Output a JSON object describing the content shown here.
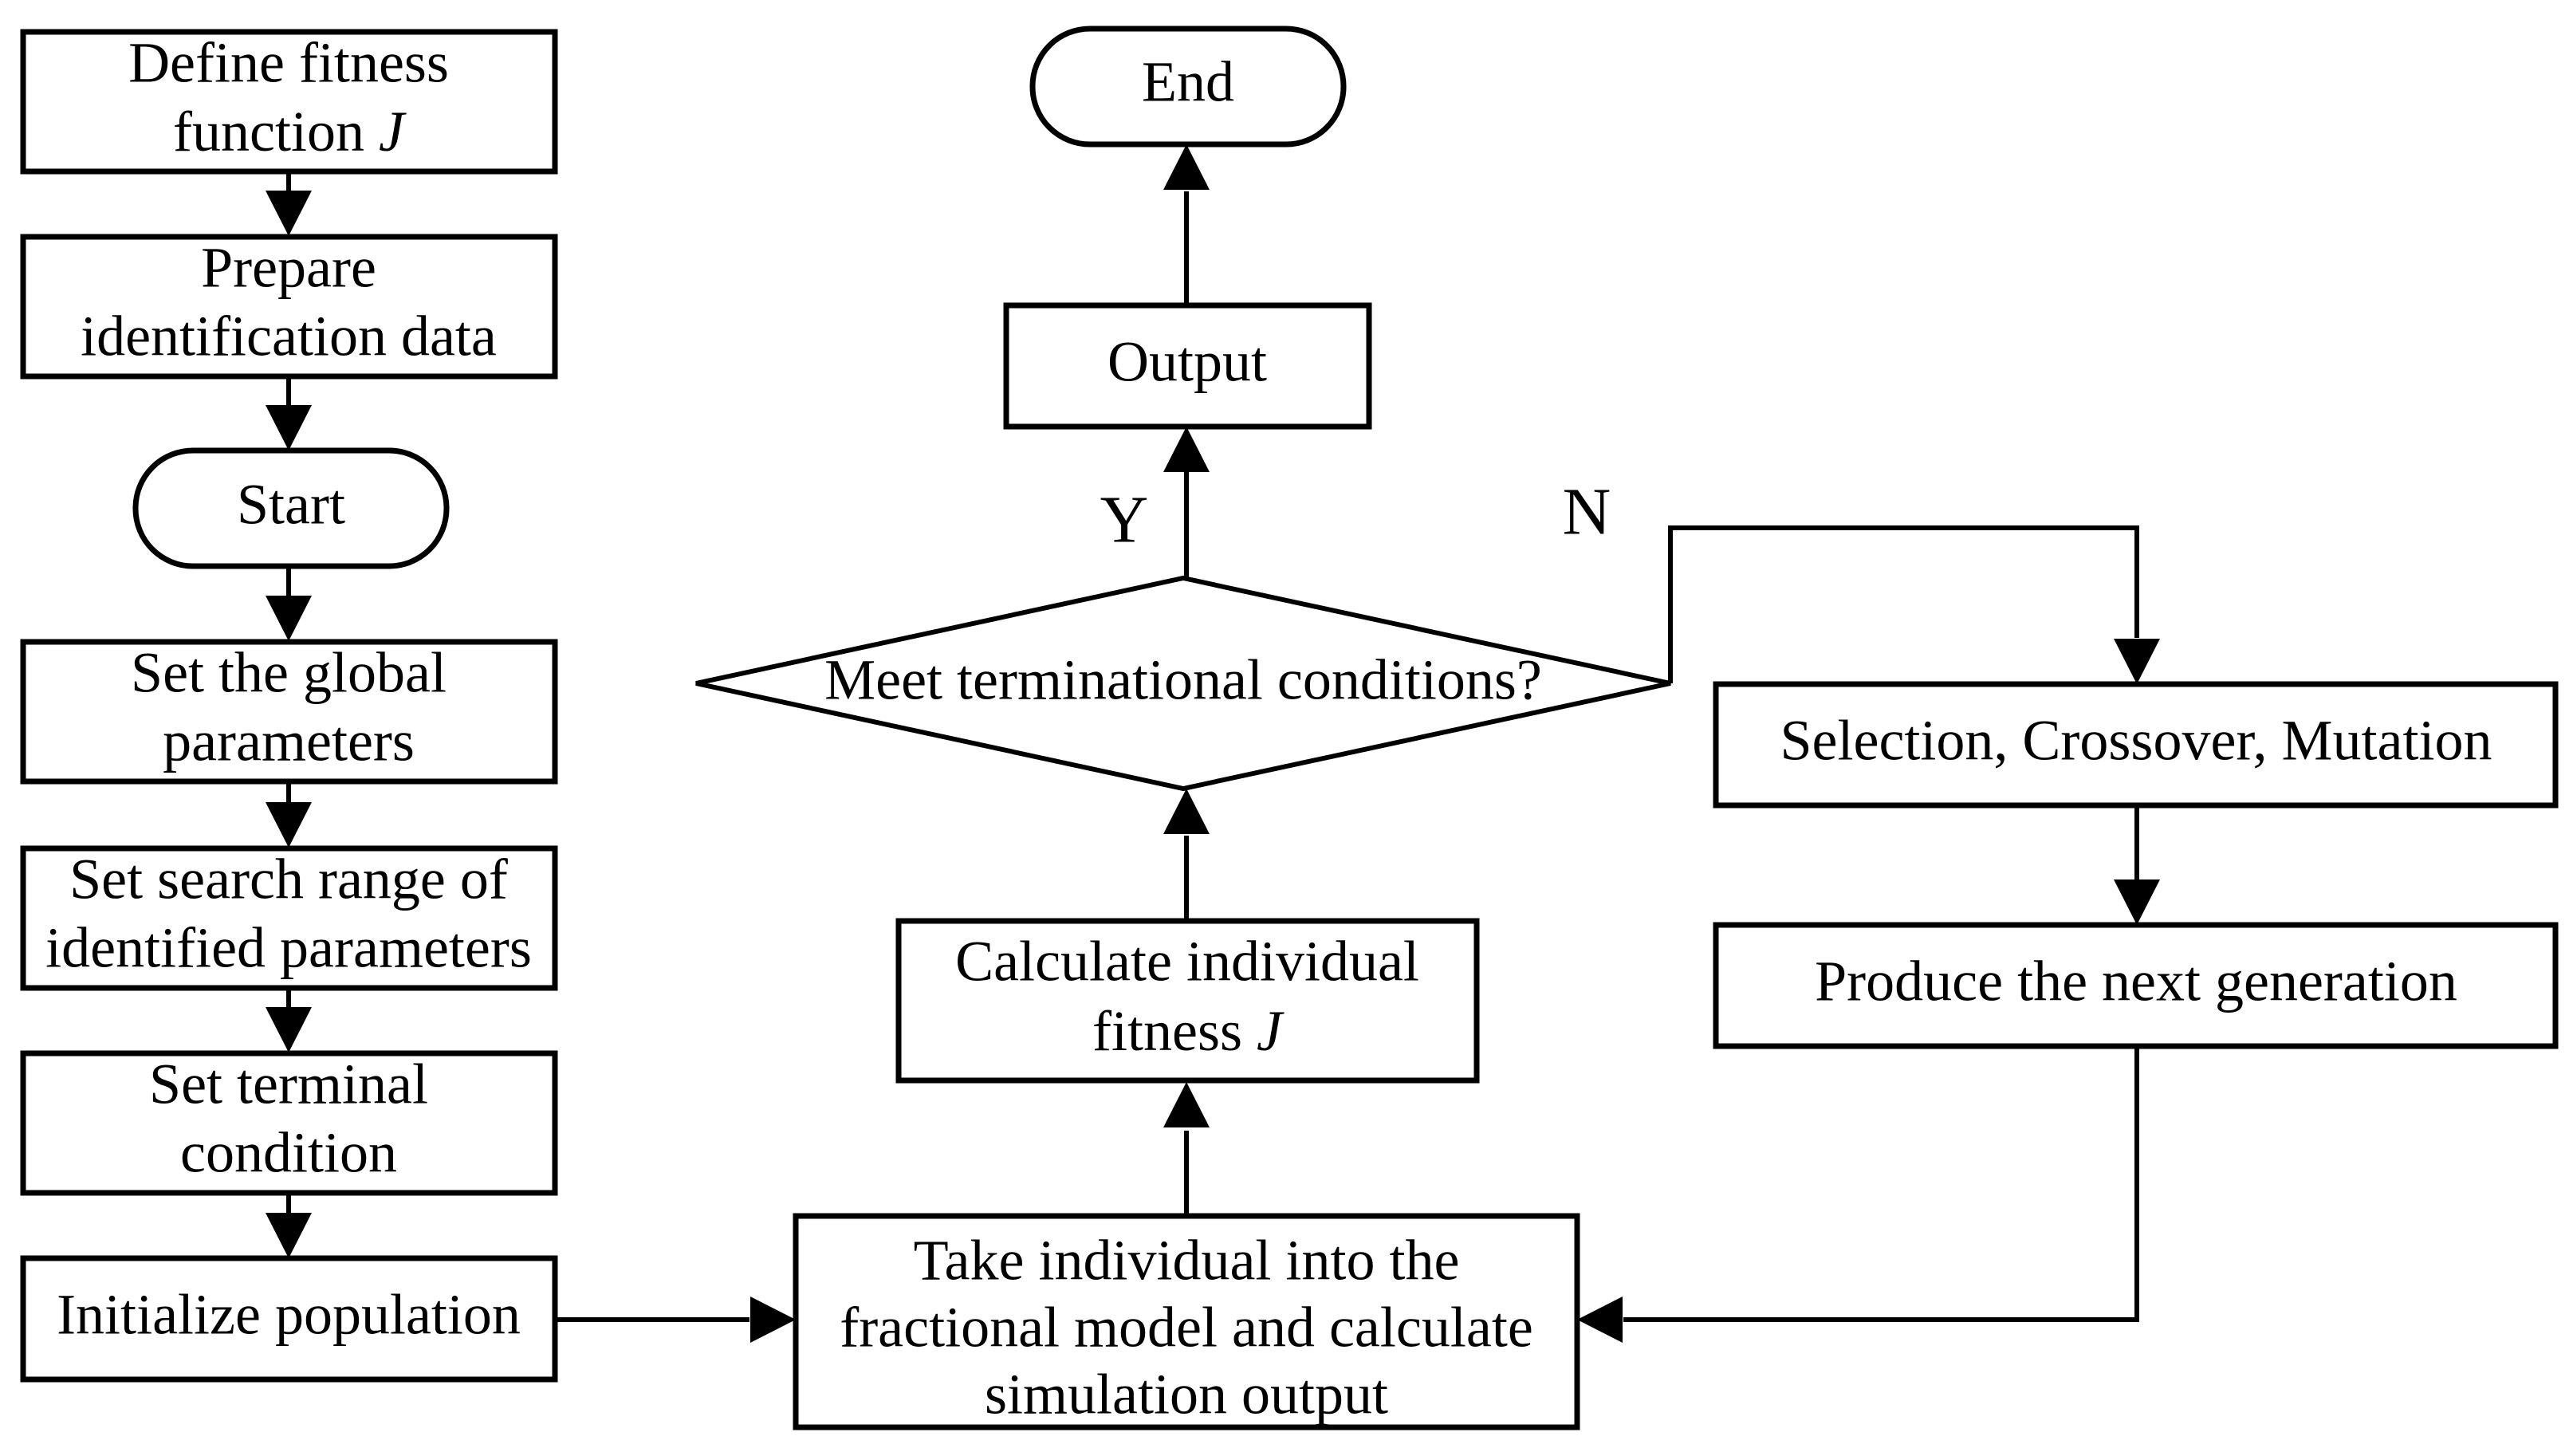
{
  "diagram": {
    "title": "Genetic algorithm fractional-model parameter identification flowchart",
    "type": "flowchart",
    "background_color": "#ffffff",
    "line_color": "#000000",
    "text_color": "#000000"
  },
  "nodes": {
    "define_fitness": {
      "shape": "process",
      "line1": "Define fitness",
      "line2_prefix": "function ",
      "line2_symbol": "J"
    },
    "prepare_data": {
      "shape": "process",
      "line1": "Prepare",
      "line2": "identification data"
    },
    "start": {
      "shape": "terminator",
      "label": "Start"
    },
    "set_global": {
      "shape": "process",
      "line1": "Set the global",
      "line2": "parameters"
    },
    "set_search_range": {
      "shape": "process",
      "line1": "Set search range of",
      "line2": "identified parameters"
    },
    "set_terminal": {
      "shape": "process",
      "line1": "Set terminal",
      "line2": "condition"
    },
    "init_population": {
      "shape": "process",
      "line1": "Initialize population"
    },
    "take_individual": {
      "shape": "process",
      "line1": "Take individual  into the",
      "line2": "fractional model and calculate",
      "line3": "simulation output"
    },
    "calc_fitness": {
      "shape": "process",
      "line1": "Calculate individual",
      "line2_prefix": "fitness ",
      "line2_symbol": "J"
    },
    "decision": {
      "shape": "decision",
      "label": "Meet terminational conditions?"
    },
    "output": {
      "shape": "process",
      "label": "Output"
    },
    "end": {
      "shape": "terminator",
      "label": "End"
    },
    "selection": {
      "shape": "process",
      "label": "Selection, Crossover, Mutation"
    },
    "produce_next": {
      "shape": "process",
      "label": "Produce the next generation"
    }
  },
  "branch_labels": {
    "yes": "Y",
    "no": "N"
  },
  "edges": [
    {
      "from": "define_fitness",
      "to": "prepare_data",
      "label": ""
    },
    {
      "from": "prepare_data",
      "to": "start",
      "label": ""
    },
    {
      "from": "start",
      "to": "set_global",
      "label": ""
    },
    {
      "from": "set_global",
      "to": "set_search_range",
      "label": ""
    },
    {
      "from": "set_search_range",
      "to": "set_terminal",
      "label": ""
    },
    {
      "from": "set_terminal",
      "to": "init_population",
      "label": ""
    },
    {
      "from": "init_population",
      "to": "take_individual",
      "label": ""
    },
    {
      "from": "take_individual",
      "to": "calc_fitness",
      "label": ""
    },
    {
      "from": "calc_fitness",
      "to": "decision",
      "label": ""
    },
    {
      "from": "decision",
      "to": "output",
      "label": "Y"
    },
    {
      "from": "output",
      "to": "end",
      "label": ""
    },
    {
      "from": "decision",
      "to": "selection",
      "label": "N"
    },
    {
      "from": "selection",
      "to": "produce_next",
      "label": ""
    },
    {
      "from": "produce_next",
      "to": "take_individual",
      "label": ""
    }
  ]
}
